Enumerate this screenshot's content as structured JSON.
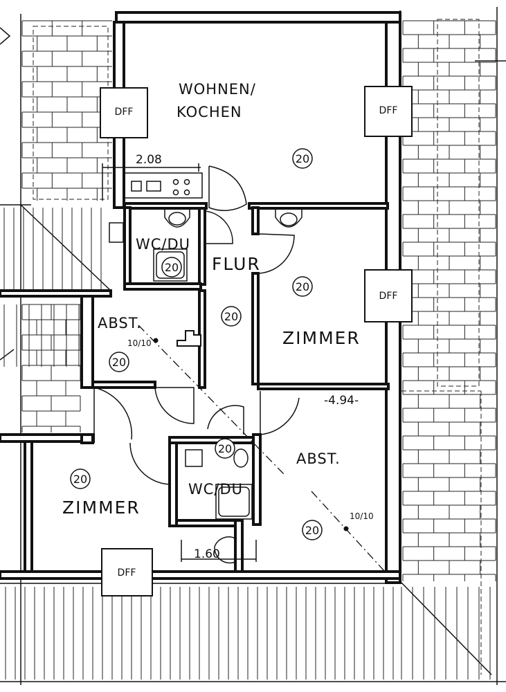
{
  "rooms": {
    "wohnen_line1": "WOHNEN/",
    "wohnen_line2": "KOCHEN",
    "flur": "FLUR",
    "zimmer_right": "ZIMMER",
    "zimmer_left": "ZIMMER",
    "abst_left": "ABST.",
    "abst_right": "ABST.",
    "wc_top": "WC/DU",
    "wc_bottom": "WC/DU"
  },
  "dff_label": "DFF",
  "area_marker": "20",
  "dimensions": {
    "kitchen_width": "2.08",
    "room_width": "-4.94-",
    "wc_width": "1.60"
  },
  "slope_label": "10/10",
  "colors": {
    "ink": "#111111",
    "paper": "#ffffff"
  }
}
